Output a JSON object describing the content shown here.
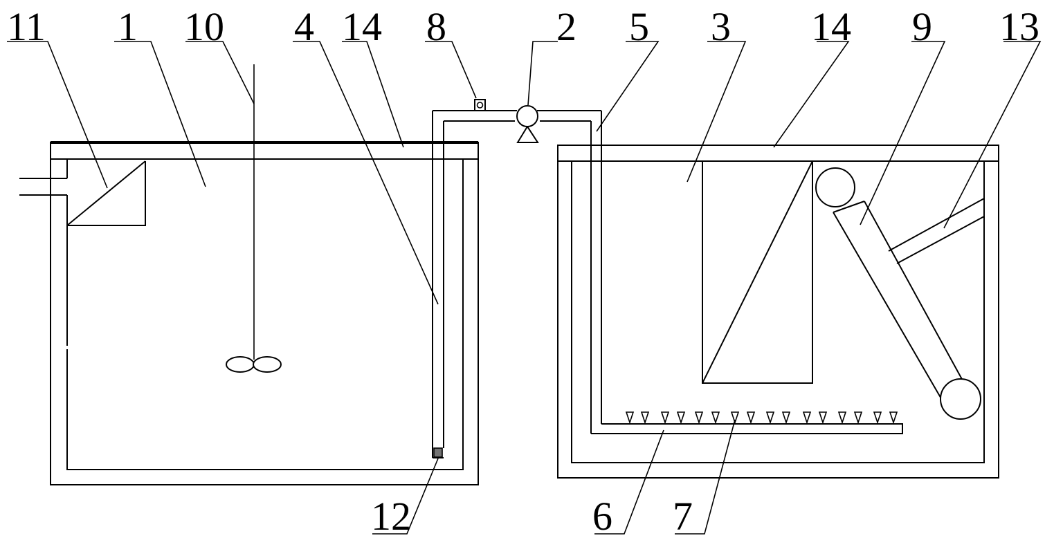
{
  "labels": {
    "l11": "11",
    "l1": "1",
    "l10": "10",
    "l4": "4",
    "l14a": "14",
    "l8": "8",
    "l2": "2",
    "l5": "5",
    "l3": "3",
    "l14b": "14",
    "l9": "9",
    "l13": "13",
    "l12": "12",
    "l6": "6",
    "l7": "7"
  }
}
